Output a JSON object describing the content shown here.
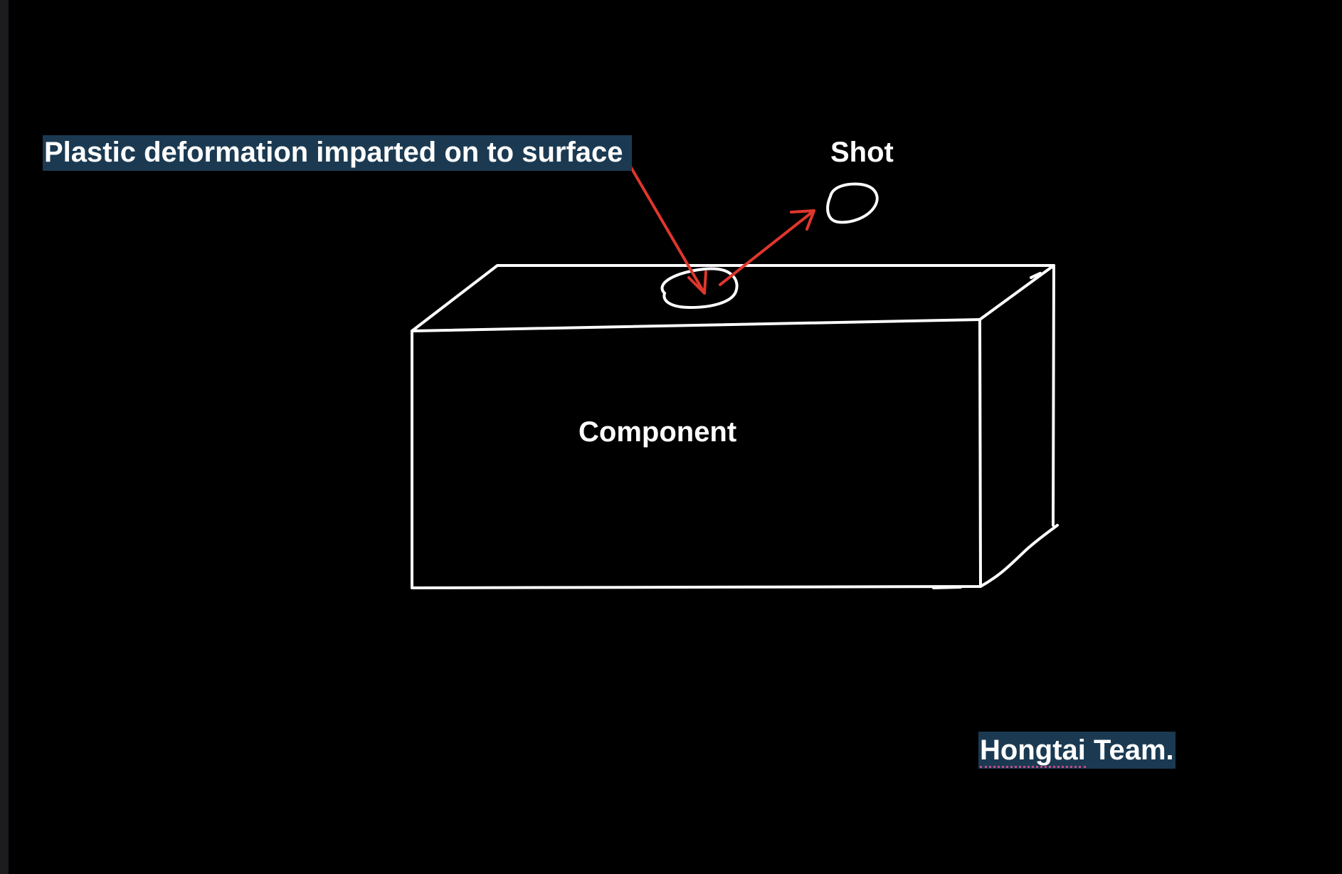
{
  "labels": {
    "plastic_deformation": "Plastic deformation imparted on to surface",
    "shot": "Shot",
    "component": "Component",
    "team_name": "Hongtai Team.",
    "team_word1": "Hongtai",
    "team_word2": " Team."
  },
  "colors": {
    "background": "#000000",
    "stroke": "#ffffff",
    "arrow": "#e0362c",
    "highlight": "#1b3a52"
  }
}
